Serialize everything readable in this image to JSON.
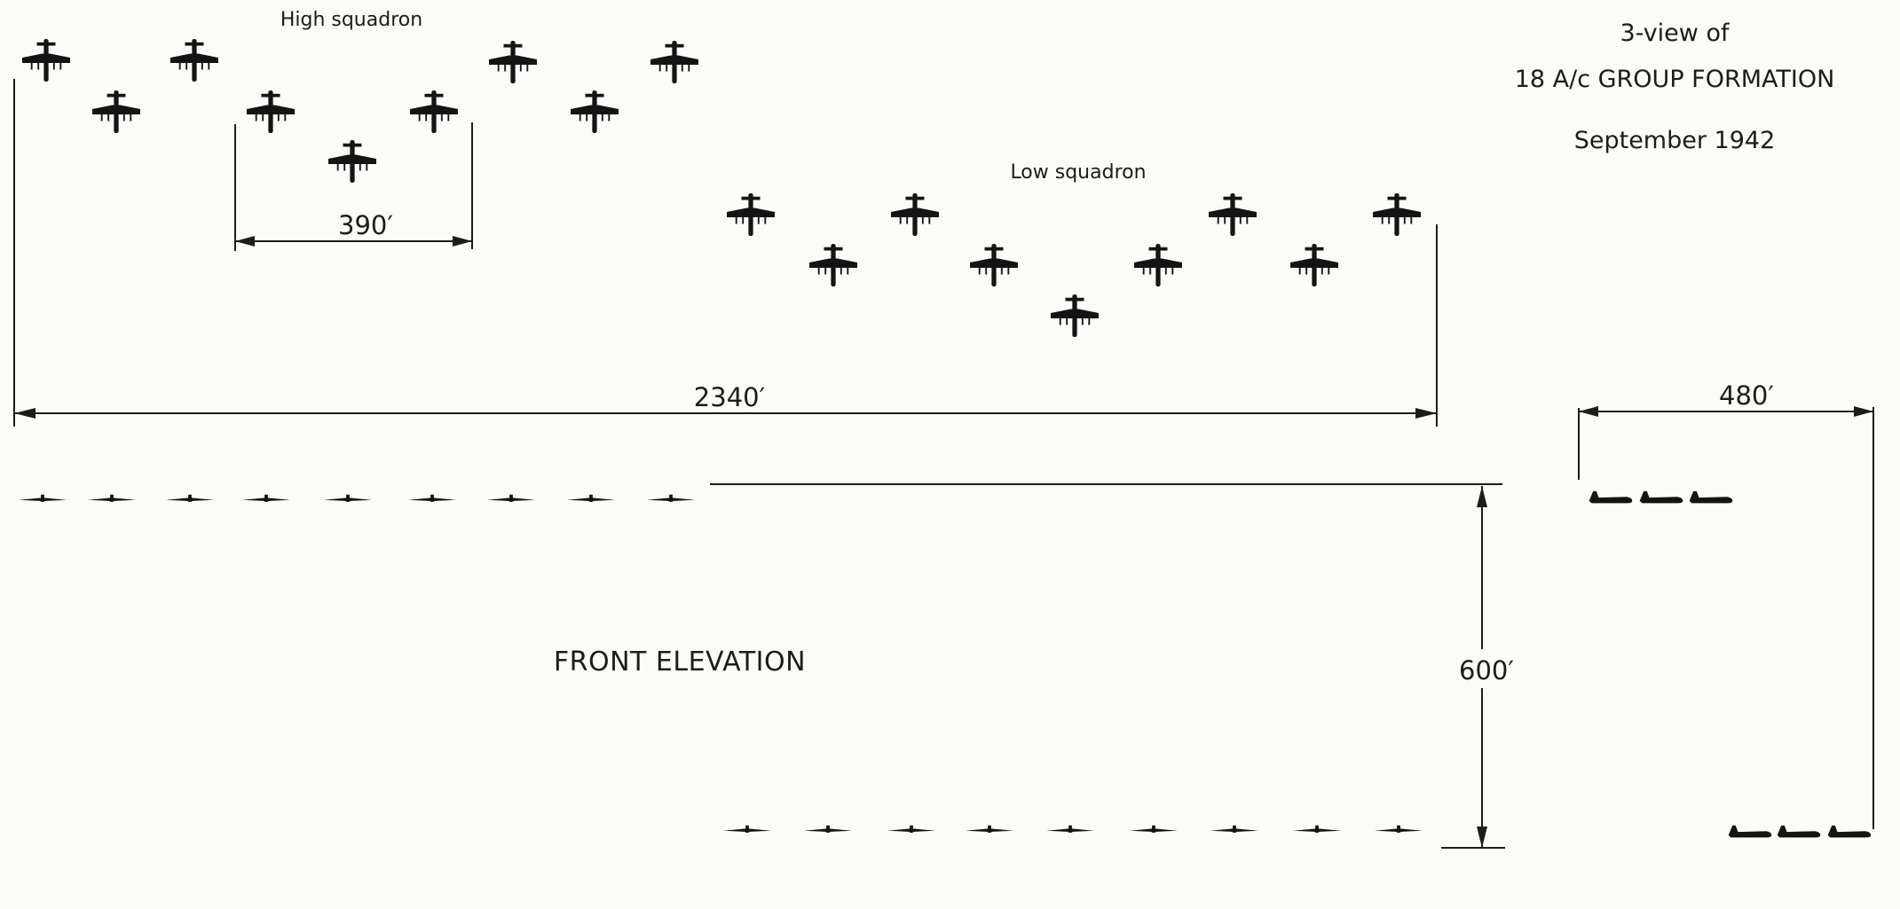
{
  "title": {
    "line1": "3-view of",
    "line2": "18 A/c  GROUP FORMATION",
    "line3": "September 1942"
  },
  "labels": {
    "high_squadron": "High squadron",
    "low_squadron": "Low squadron",
    "front_elevation": "FRONT ELEVATION"
  },
  "dimensions": {
    "squadron_element_span": "390′",
    "group_span": "2340′",
    "side_depth": "480′",
    "vertical_separation": "600′"
  },
  "formation": {
    "aircraft_total": 18,
    "high_squadron_count": 9,
    "low_squadron_count": 9
  }
}
